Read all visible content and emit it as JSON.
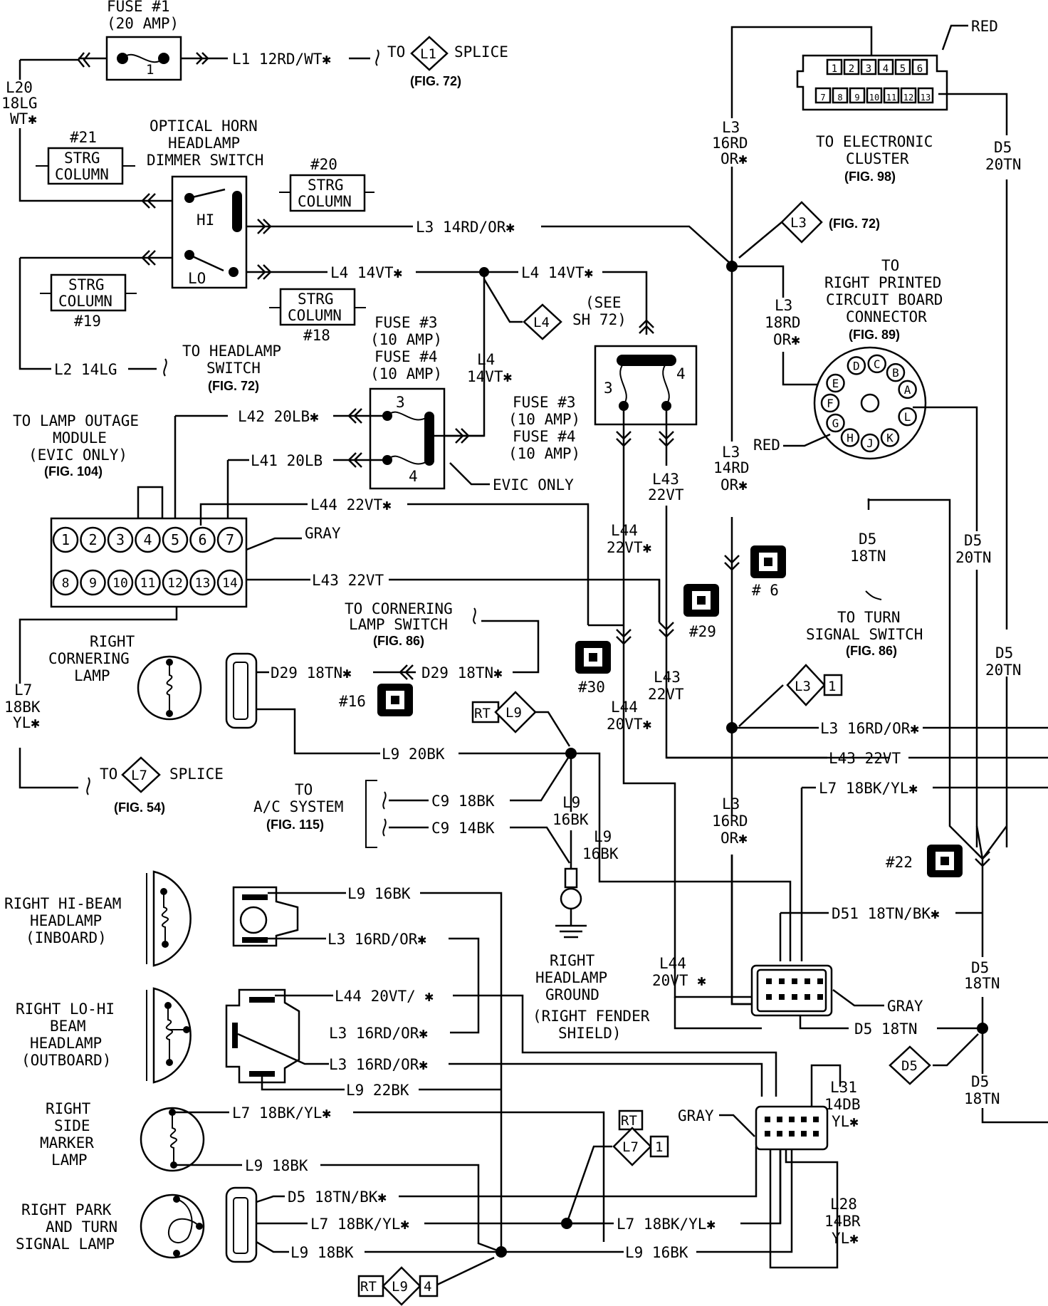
{
  "fuse1": {
    "title": "FUSE #1",
    "amp": "(20 AMP)",
    "num": "1"
  },
  "l1": {
    "label": "L1 12RD/WT✱",
    "to": "TO",
    "id": "L1",
    "splice": "SPLICE",
    "fig": "(FIG. 72)"
  },
  "l20": {
    "a": "L20",
    "b": "18LG",
    "c": "WT✱"
  },
  "strg": {
    "text1": "STRG",
    "text2": "COLUMN",
    "n21": "#21",
    "n20": "#20",
    "n19": "#19",
    "n18": "#18"
  },
  "switch": {
    "l1": "OPTICAL HORN",
    "l2": "HEADLAMP",
    "l3": "DIMMER SWITCH",
    "hi": "HI",
    "lo": "LO"
  },
  "wires": {
    "l3_14": "L3 14RD/OR✱",
    "l4_14a": "L4 14VT✱",
    "l4_14b": "L4 14VT✱",
    "l4a": "L4",
    "l4b": "14VT✱",
    "l2": "L2 14LG",
    "l42": "L42 20LB✱",
    "l41": "L41 20LB",
    "l44_22": "L44 22VT✱",
    "l43_22": "L43 22VT",
    "d29a": "D29 18TN✱",
    "d29b": "D29 18TN✱",
    "l9_20": "L9 20BK",
    "c9_18": "C9 18BK",
    "c9_14": "C9 14BK",
    "l3_16r": "L3 16RD/OR✱",
    "l43_r": "L43 22VT",
    "l7_r": "L7 18BK/YL✱",
    "d51": "D51 18TN/BK✱",
    "d5_18": "D5 18TN",
    "l9_16": "L9 16BK",
    "l3_16a": "L3 16RD/OR✱",
    "l44_20": "L44 20VT/ ✱",
    "l3_16b": "L3 16RD/OR✱",
    "l3_16c": "L3 16RD/OR✱",
    "l9_22": "L9 22BK",
    "l7_a": "L7 18BK/YL✱",
    "l9_18a": "L9 18BK",
    "d5_tnbk": "D5 18TN/BK✱",
    "l7_b": "L7 18BK/YL✱",
    "l9_18b": "L9 18BK",
    "l7_c": "L7 18BK/YL✱",
    "l9_16b": "L9 16BK"
  },
  "headlamp_sw": {
    "to": "TO HEADLAMP",
    "sw": "SWITCH",
    "fig": "(FIG. 72)"
  },
  "fuse34": {
    "f3": "FUSE #3",
    "a3": "(10 AMP)",
    "f4": "FUSE #4",
    "a4": "(10 AMP)",
    "n3": "3",
    "n4": "4",
    "evic": "EVIC ONLY"
  },
  "fuse34r": {
    "f3": "FUSE #3",
    "a3": "(10 AMP)",
    "f4": "FUSE #4",
    "a4": "(10 AMP)",
    "n3": "3",
    "n4": "4"
  },
  "l4_dia": {
    "id": "L4",
    "see1": "(SEE",
    "see2": "SH 72)"
  },
  "lom": {
    "l1": "TO LAMP OUTAGE",
    "l2": "MODULE",
    "l3": "(EVIC ONLY)",
    "fig": "(FIG. 104)",
    "color": "GRAY",
    "pins_top": [
      "1",
      "2",
      "3",
      "4",
      "5",
      "6",
      "7"
    ],
    "pins_bot": [
      "8",
      "9",
      "10",
      "11",
      "12",
      "13",
      "14"
    ]
  },
  "cluster": {
    "color": "RED",
    "l1": "TO ELECTRONIC",
    "l2": "CLUSTER",
    "fig": "(FIG. 98)",
    "pins_top": [
      "1",
      "2",
      "3",
      "4",
      "5",
      "6"
    ],
    "pins_bot": [
      "7",
      "8",
      "9",
      "10",
      "11",
      "12",
      "13"
    ]
  },
  "l3_col": {
    "a": "L3",
    "b": "16RD",
    "c": "OR✱"
  },
  "l3_dia": {
    "id": "L3",
    "fig": "(FIG. 72)"
  },
  "d5_20a": {
    "a": "D5",
    "b": "20TN"
  },
  "rpcb": {
    "l1": "TO",
    "l2": "RIGHT PRINTED",
    "l3": "CIRCUIT BOARD",
    "l4": "CONNECTOR",
    "fig": "(FIG. 89)",
    "red": "RED",
    "pins": [
      "A",
      "B",
      "C",
      "D",
      "E",
      "F",
      "G",
      "H",
      "J",
      "K",
      "L"
    ]
  },
  "l3_18": {
    "a": "L3",
    "b": "18RD",
    "c": "OR✱"
  },
  "l3_14v": {
    "a": "L3",
    "b": "14RD",
    "c": "OR✱"
  },
  "l43v": {
    "a": "L43",
    "b": "22VT"
  },
  "l44v": {
    "a": "L44",
    "b": "22VT✱"
  },
  "conn": {
    "c6": "# 6",
    "c29": "#29",
    "c30": "#30",
    "c16": "#16",
    "c22": "#22"
  },
  "d5_18tn": {
    "a": "D5",
    "b": "18TN"
  },
  "turn_sig": {
    "l1": "TO TURN",
    "l2": "SIGNAL SWITCH",
    "fig": "(FIG. 86)"
  },
  "d5_20b": {
    "a": "D5",
    "b": "20TN"
  },
  "d5_20c": {
    "a": "D5",
    "b": "20TN"
  },
  "cornering_sw": {
    "l1": "TO CORNERING",
    "l2": "LAMP SWITCH",
    "fig": "(FIG. 86)"
  },
  "cornering_lamp": {
    "l1": "RIGHT",
    "l2": "CORNERING",
    "l3": "LAMP"
  },
  "l7_left": {
    "a": "L7",
    "b": "18BK",
    "c": "YL✱"
  },
  "l7_splice": {
    "to": "TO",
    "id": "L7",
    "splice": "SPLICE",
    "fig": "(FIG. 54)"
  },
  "l3_1": {
    "id": "L3",
    "n": "1"
  },
  "l43_mid": {
    "a": "L43",
    "b": "22VT"
  },
  "l44_mid": {
    "a": "L44",
    "b": "20VT✱"
  },
  "rt_l9": {
    "rt": "RT",
    "id": "L9"
  },
  "ac": {
    "l1": "TO",
    "l2": "A/C SYSTEM",
    "fig": "(FIG. 115)"
  },
  "l9_16v": {
    "a": "L9",
    "b": "16BK"
  },
  "l9_16v2": {
    "a": "L9",
    "b": "16BK"
  },
  "l3_16v": {
    "a": "L3",
    "b": "16RD",
    "c": "OR✱"
  },
  "gray1": "GRAY",
  "gray2": "GRAY",
  "ground": {
    "l1": "RIGHT",
    "l2": "HEADLAMP",
    "l3": "GROUND",
    "l4": "(RIGHT FENDER",
    "l5": "SHIELD)"
  },
  "l44_lo": {
    "a": "L44",
    "b": "20VT ✱"
  },
  "d5_18a": {
    "a": "D5",
    "b": "18TN"
  },
  "d5_18b": {
    "a": "D5",
    "b": "18TN"
  },
  "d5_dia": "D5",
  "l31": {
    "a": "L31",
    "b": "14DB",
    "c": "YL✱"
  },
  "l28": {
    "a": "L28",
    "b": "14BR",
    "c": "YL✱"
  },
  "rt_l7": {
    "rt": "RT",
    "id": "L7",
    "n": "1"
  },
  "rt_l9b": {
    "rt": "RT",
    "id": "L9",
    "n": "4"
  },
  "hibeam": {
    "l1": "RIGHT HI-BEAM",
    "l2": "HEADLAMP",
    "l3": "(INBOARD)"
  },
  "lohi": {
    "l1": "RIGHT LO-HI",
    "l2": "BEAM",
    "l3": "HEADLAMP",
    "l4": "(OUTBOARD)"
  },
  "marker": {
    "l1": "RIGHT",
    "l2": "SIDE",
    "l3": "MARKER",
    "l4": "LAMP"
  },
  "park": {
    "l1": "RIGHT PARK",
    "l2": "AND TURN",
    "l3": "SIGNAL LAMP"
  }
}
